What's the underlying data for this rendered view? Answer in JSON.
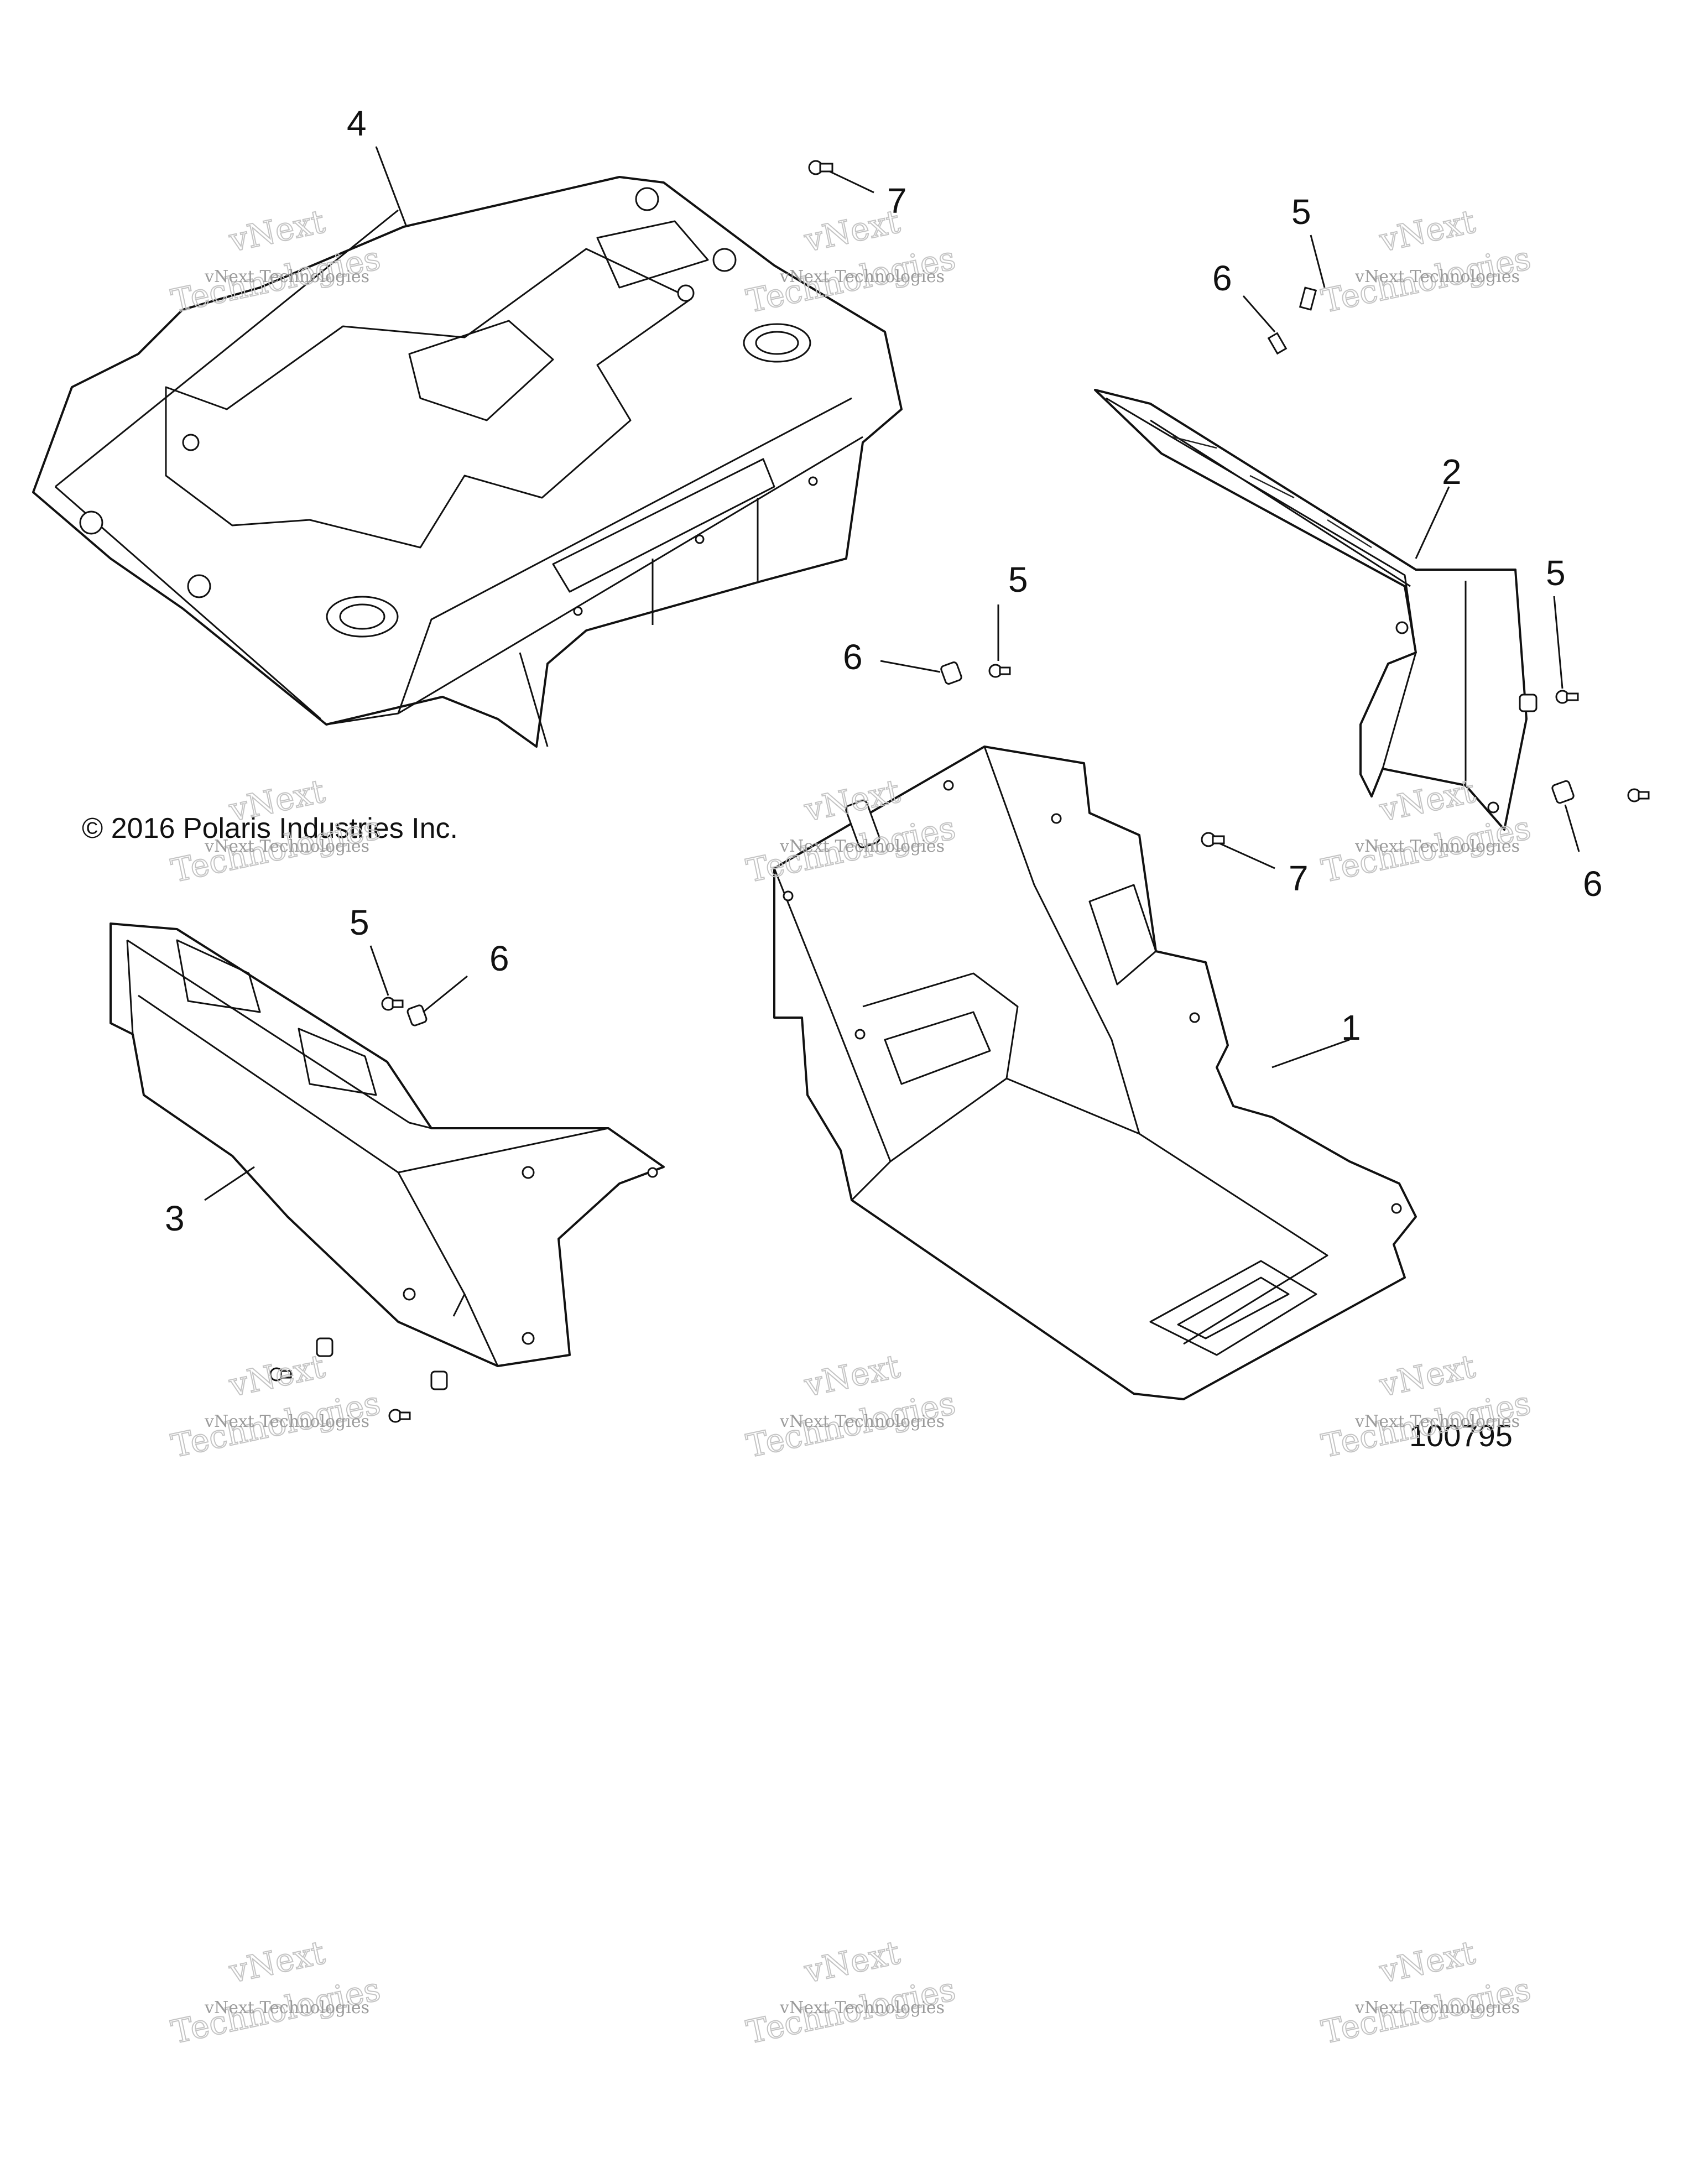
{
  "copyright": "© 2016 Polaris Industries Inc.",
  "diagram_number": "100795",
  "watermark": {
    "line1": "vNext Technologies",
    "line2": "vNext",
    "line3": "Technologies"
  },
  "callouts": [
    "1",
    "2",
    "3",
    "4",
    "5",
    "5",
    "5",
    "5",
    "6",
    "6",
    "6",
    "6",
    "7",
    "7"
  ]
}
